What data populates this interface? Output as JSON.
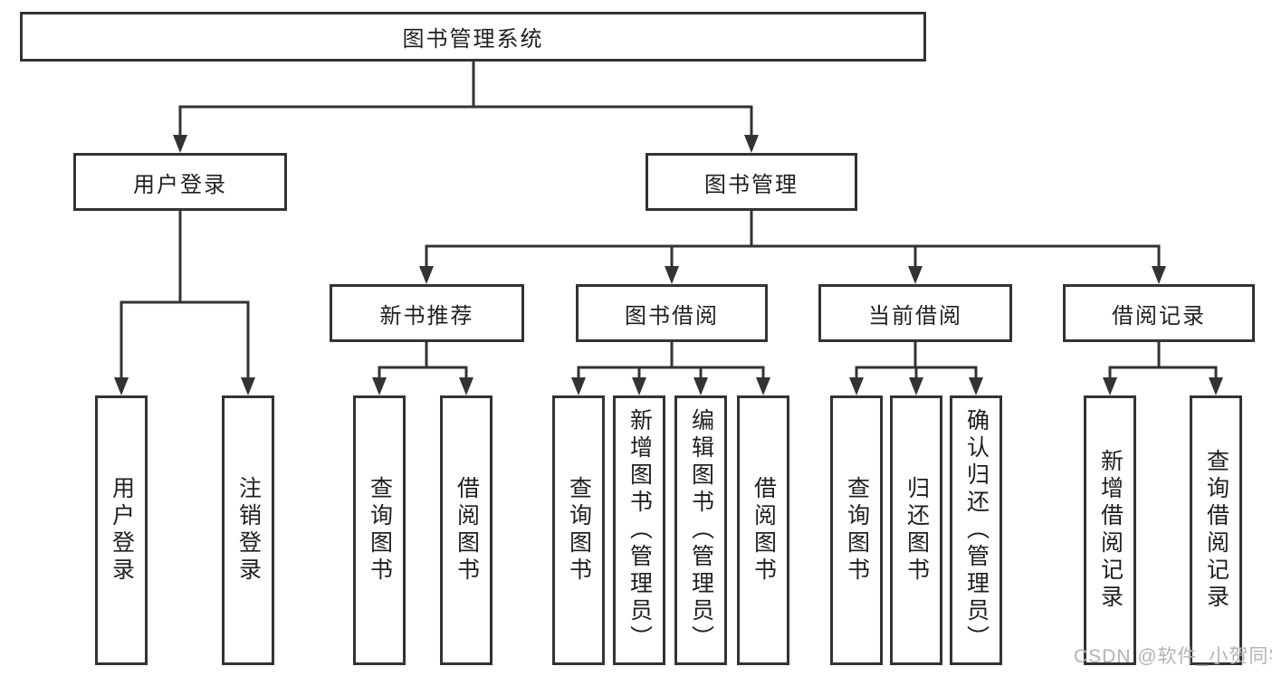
{
  "tree": {
    "label": "图书管理系统",
    "children": [
      {
        "label": "用户登录",
        "children": [
          {
            "label": "用户登录"
          },
          {
            "label": "注销登录"
          }
        ]
      },
      {
        "label": "图书管理",
        "children": [
          {
            "label": "新书推荐",
            "children": [
              {
                "label": "查询图书"
              },
              {
                "label": "借阅图书"
              }
            ]
          },
          {
            "label": "图书借阅",
            "children": [
              {
                "label": "查询图书"
              },
              {
                "label": "新增图书（管理员）"
              },
              {
                "label": "编辑图书（管理员）"
              },
              {
                "label": "借阅图书"
              }
            ]
          },
          {
            "label": "当前借阅",
            "children": [
              {
                "label": "查询图书"
              },
              {
                "label": "归还图书"
              },
              {
                "label": "确认归还（管理员）"
              }
            ]
          },
          {
            "label": "借阅记录",
            "children": [
              {
                "label": "新增借阅记录"
              },
              {
                "label": "查询借阅记录"
              }
            ]
          }
        ]
      }
    ]
  },
  "watermark": {
    "text": "CSDN @软件_小贺同学"
  },
  "colors": {
    "line": "#333333",
    "box_border": "#333333",
    "text": "#1f1f1f",
    "watermark": "#b3b3b3",
    "background": "#ffffff"
  }
}
